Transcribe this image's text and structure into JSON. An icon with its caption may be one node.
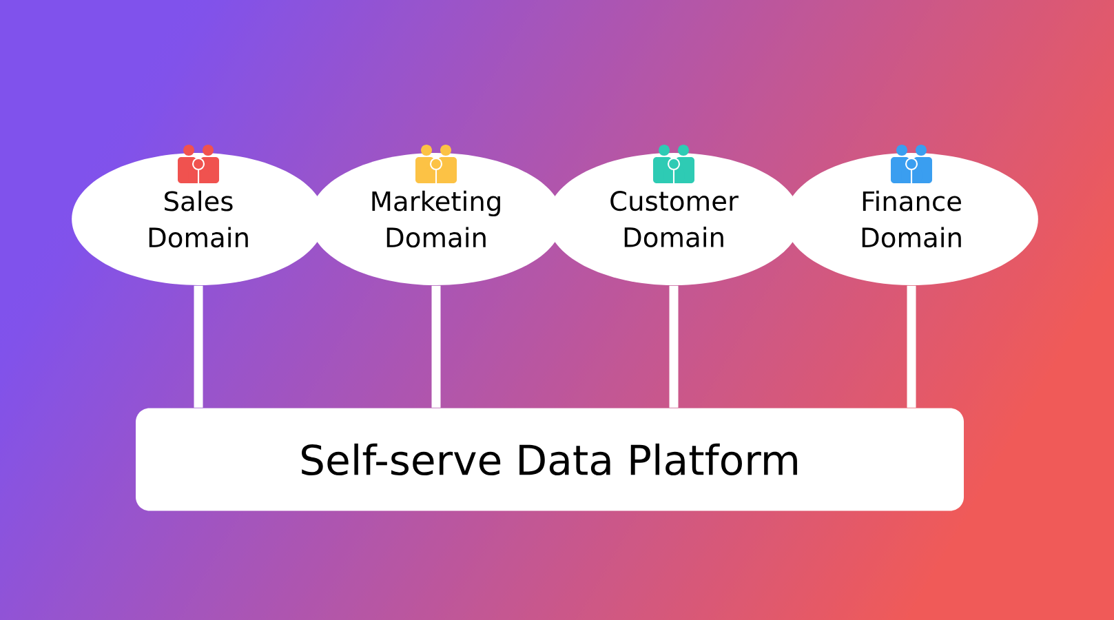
{
  "diagram": {
    "nodes": [
      {
        "text": [
          "Sales Domain"
        ]
      },
      {
        "text": [
          "Marketing Domain"
        ]
      },
      {
        "text": [
          "Customer Domain"
        ]
      },
      {
        "text": [
          "Finance Domain"
        ]
      },
      {
        "text": [
          "Self-serve Data Platform"
        ]
      }
    ],
    "edges": [
      {
        "from": 0,
        "to": 4,
        "arrow": "none"
      },
      {
        "from": 1,
        "to": 4,
        "arrow": "none"
      },
      {
        "from": 2,
        "to": 4,
        "arrow": "none"
      },
      {
        "from": 3,
        "to": 4,
        "arrow": "none"
      }
    ]
  }
}
